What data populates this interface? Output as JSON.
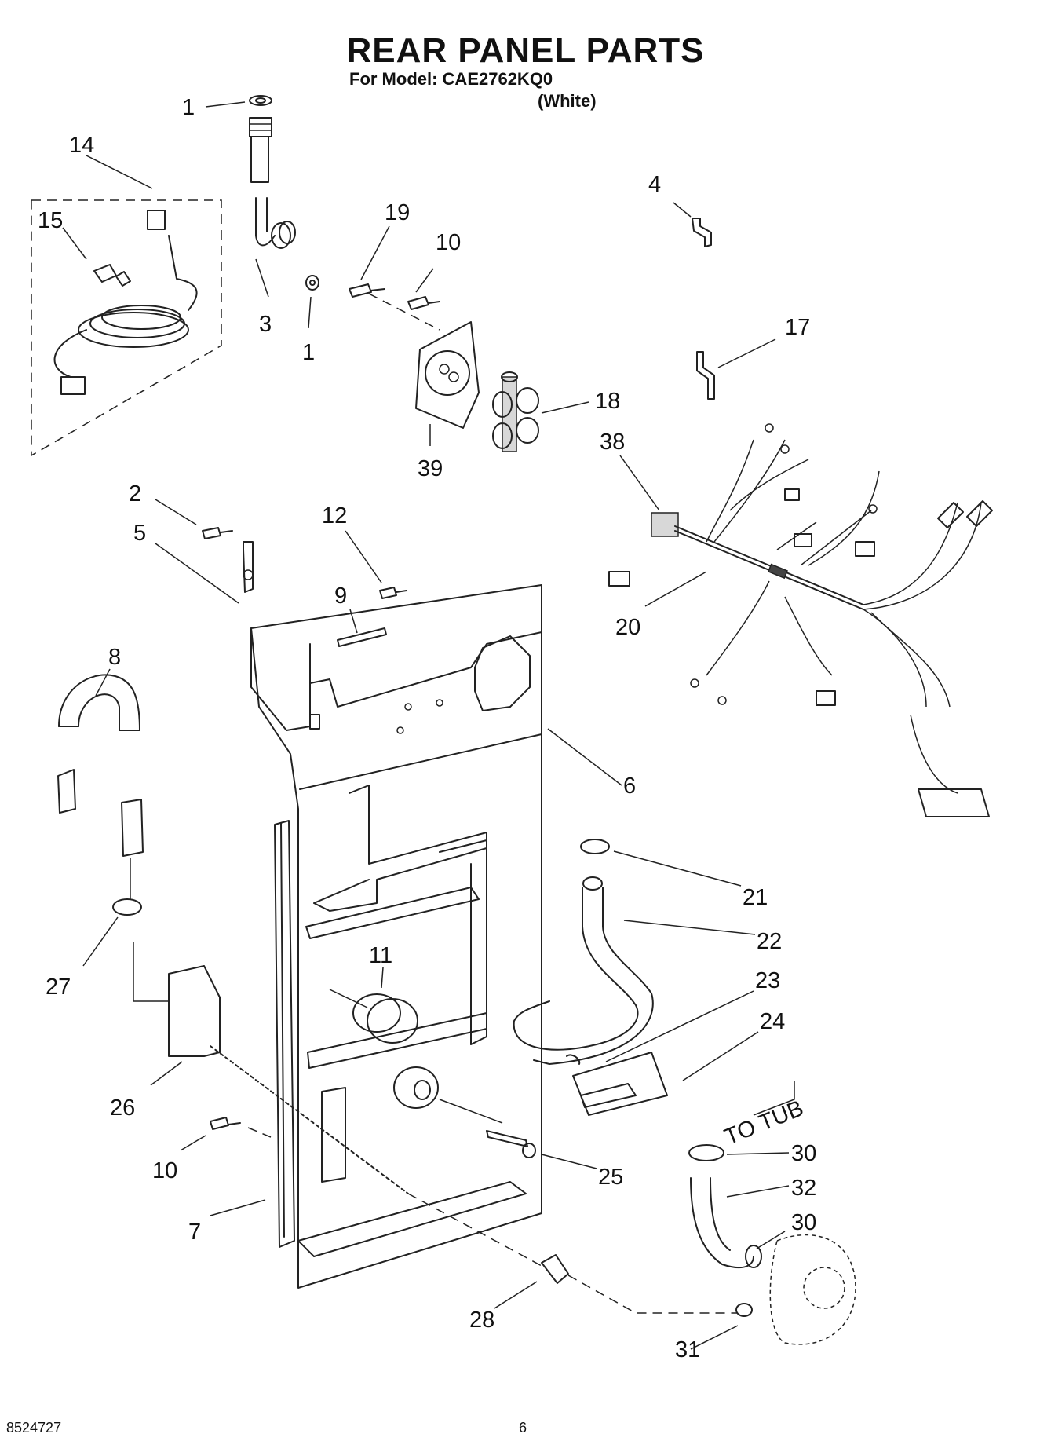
{
  "header": {
    "title": "REAR PANEL PARTS",
    "model_line": "For Model: CAE2762KQ0",
    "variant": "(White)"
  },
  "diagram": {
    "callouts": {
      "c1a": "1",
      "c14": "14",
      "c15": "15",
      "c3": "3",
      "c1b": "1",
      "c19": "19",
      "c10a": "10",
      "c4": "4",
      "c17": "17",
      "c18": "18",
      "c39": "39",
      "c38": "38",
      "c20": "20",
      "c2": "2",
      "c5": "5",
      "c12": "12",
      "c9": "9",
      "c8": "8",
      "c6": "6",
      "c21": "21",
      "c22": "22",
      "c27": "27",
      "c11": "11",
      "c23": "23",
      "c24": "24",
      "c26": "26",
      "c10b": "10",
      "c25": "25",
      "c30a": "30",
      "c32": "32",
      "c30b": "30",
      "c7": "7",
      "c28": "28",
      "c31": "31"
    },
    "to_tub_label": "TO TUB"
  },
  "footer": {
    "doc_number": "8524727",
    "page_number": "6"
  }
}
